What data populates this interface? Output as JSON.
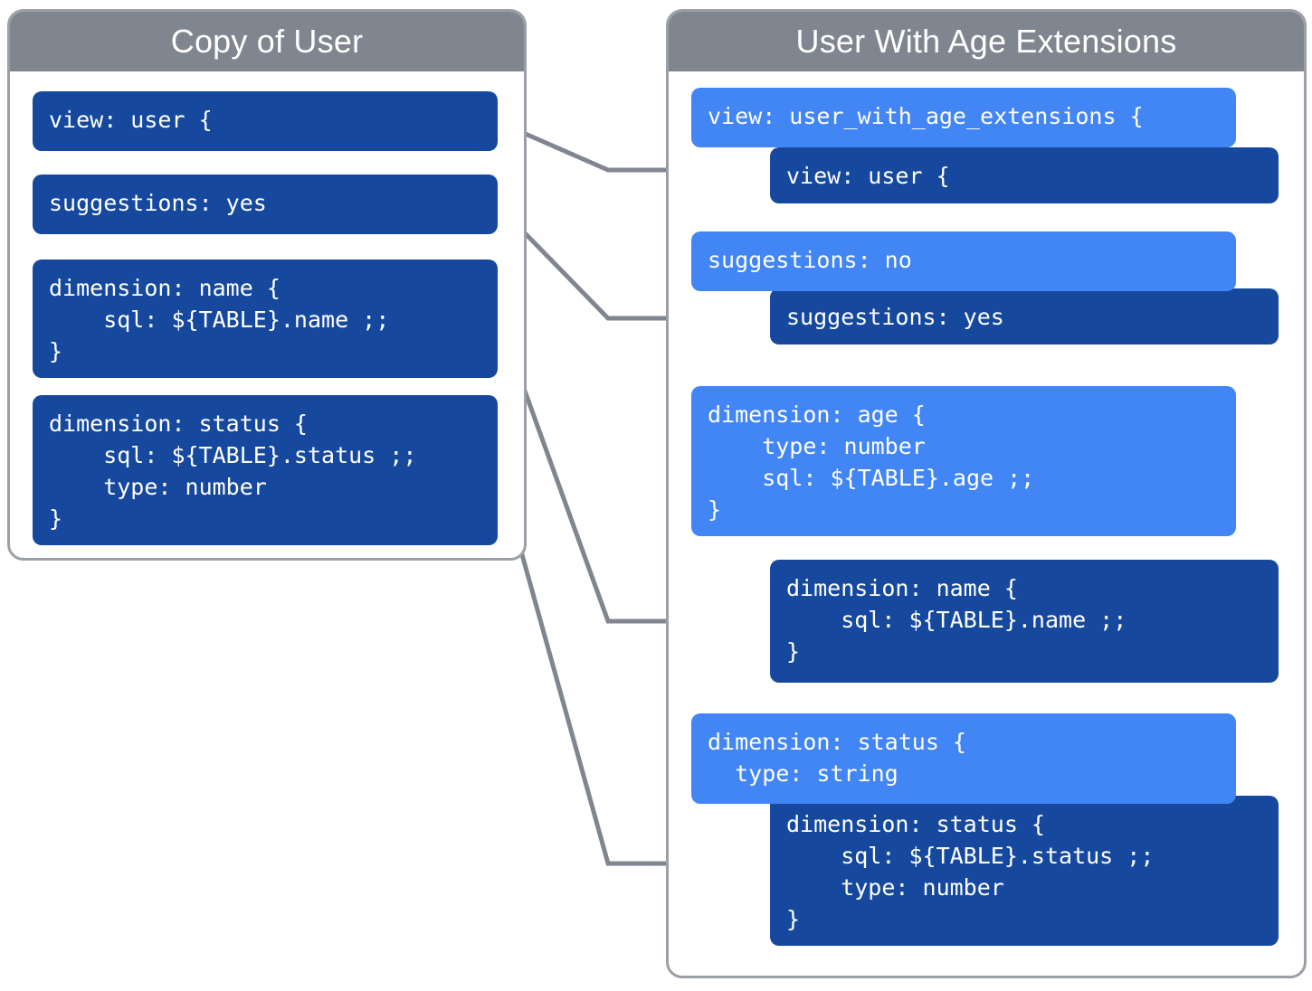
{
  "diagram": {
    "title_left": "Copy of User",
    "title_right": "User With Age Extensions",
    "colors": {
      "panel_border": "#9aa0a6",
      "panel_header": "#80868f",
      "code_dark": "#16499e",
      "code_light": "#4285f4",
      "connector": "#80868f",
      "background": "#ffffff"
    }
  },
  "left_panel": {
    "header": "Copy of User",
    "blocks": [
      {
        "name": "view-block",
        "variant": "dark",
        "text": "view: user {"
      },
      {
        "name": "suggestions-block",
        "variant": "dark",
        "text": "suggestions: yes"
      },
      {
        "name": "dimension-name-block",
        "variant": "dark",
        "text": "dimension: name {\n    sql: ${TABLE}.name ;;\n}"
      },
      {
        "name": "dimension-status-block",
        "variant": "dark",
        "text": "dimension: status {\n    sql: ${TABLE}.status ;;\n    type: number\n}"
      }
    ]
  },
  "right_panel": {
    "header": "User With Age Extensions",
    "blocks": [
      {
        "name": "view-extension-block",
        "variant": "light",
        "text": "view: user_with_age_extensions {"
      },
      {
        "name": "view-inherited-block",
        "variant": "dark",
        "text": "view: user {"
      },
      {
        "name": "suggestions-override-block",
        "variant": "light",
        "text": "suggestions: no"
      },
      {
        "name": "suggestions-inherited-block",
        "variant": "dark",
        "text": "suggestions: yes"
      },
      {
        "name": "dimension-age-block",
        "variant": "light",
        "text": "dimension: age {\n    type: number\n    sql: ${TABLE}.age ;;\n}"
      },
      {
        "name": "dimension-name-inherited-block",
        "variant": "dark",
        "text": "dimension: name {\n    sql: ${TABLE}.name ;;\n}"
      },
      {
        "name": "dimension-status-override-block",
        "variant": "light",
        "text": "dimension: status {\n  type: string"
      },
      {
        "name": "dimension-status-inherited-block",
        "variant": "dark",
        "text": "dimension: status {\n    sql: ${TABLE}.status ;;\n    type: number\n}"
      }
    ]
  },
  "connectors": [
    {
      "name": "connector-view",
      "from": "view-block",
      "to": "view-inherited-block"
    },
    {
      "name": "connector-suggestions",
      "from": "suggestions-block",
      "to": "suggestions-inherited-block"
    },
    {
      "name": "connector-dimension-name",
      "from": "dimension-name-block",
      "to": "dimension-name-inherited-block"
    },
    {
      "name": "connector-dimension-status",
      "from": "dimension-status-block",
      "to": "dimension-status-inherited-block"
    }
  ]
}
